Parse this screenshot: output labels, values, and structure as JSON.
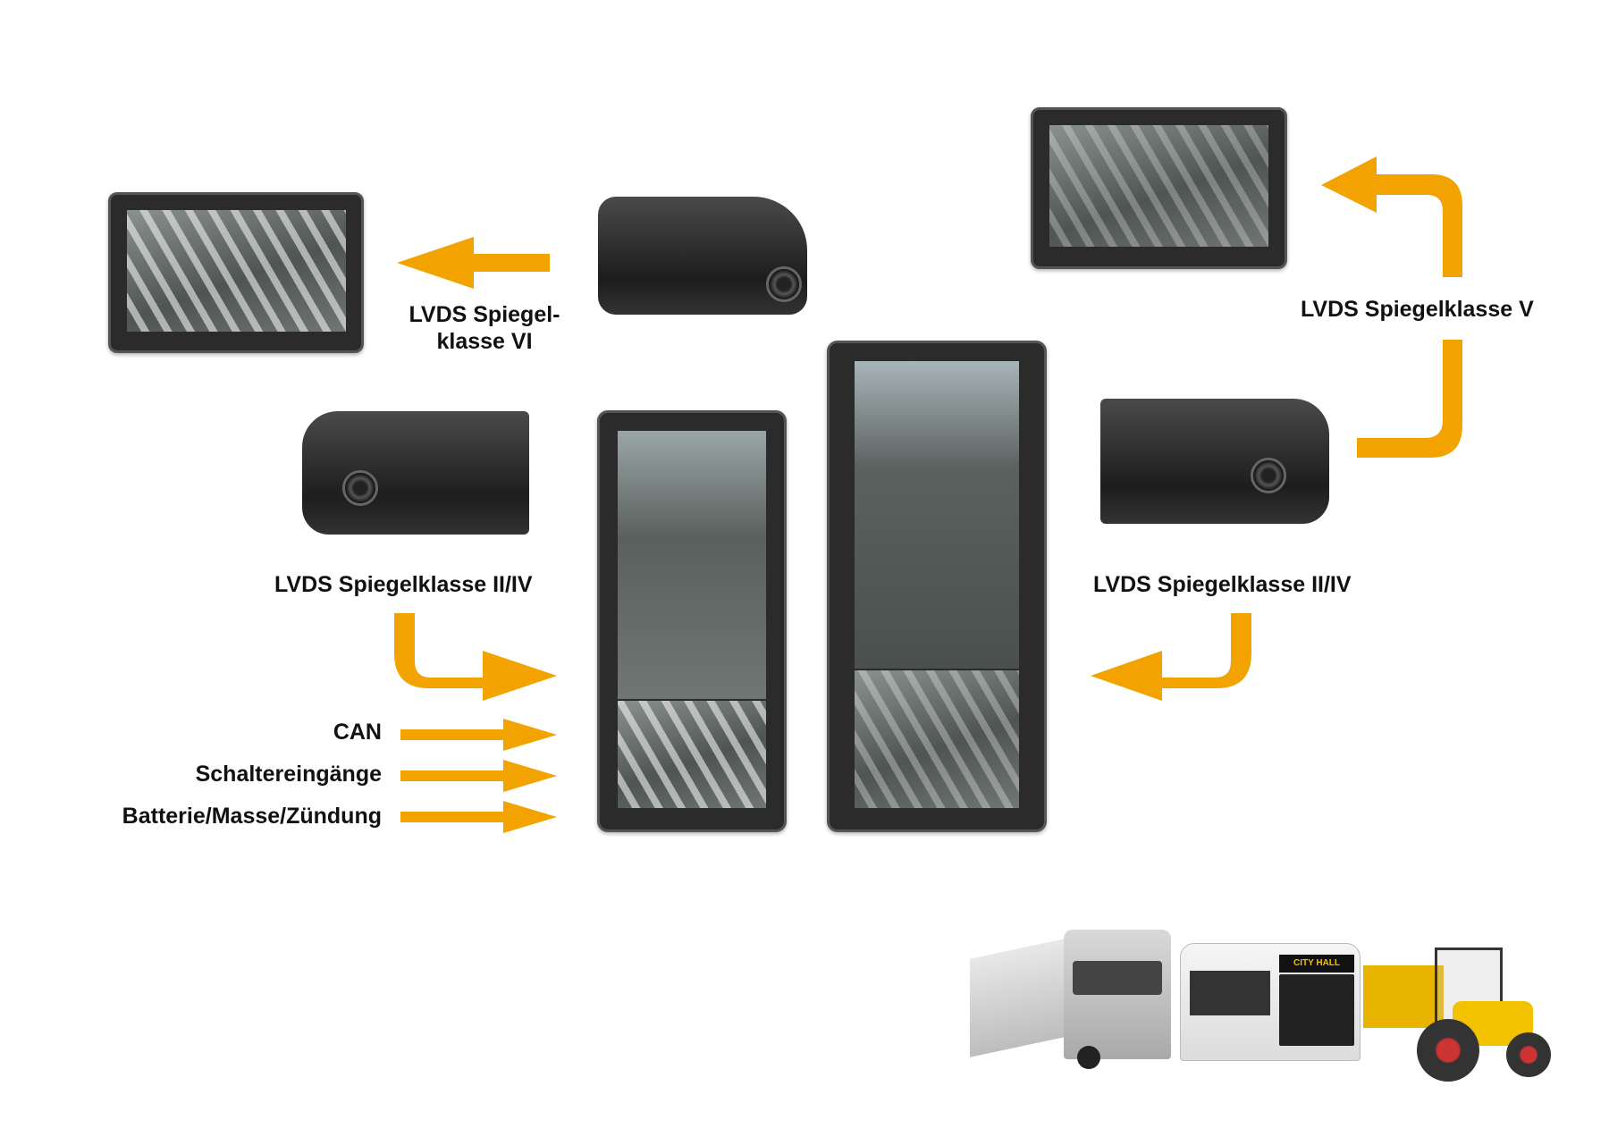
{
  "labels": {
    "class_vi_line1": "LVDS Spiegel-",
    "class_vi_line2": "klasse VI",
    "class_v": "LVDS Spiegelklasse V",
    "class_ii_iv_left": "LVDS Spiegelklasse II/IV",
    "class_ii_iv_right": "LVDS Spiegelklasse II/IV"
  },
  "inputs": [
    "CAN",
    "Schaltereingänge",
    "Batterie/Masse/Zündung"
  ],
  "vehicles": {
    "bus_destination": "CITY HALL"
  },
  "colors": {
    "arrow": "#f2a300",
    "text": "#111111",
    "device": "#2b2b2b"
  }
}
